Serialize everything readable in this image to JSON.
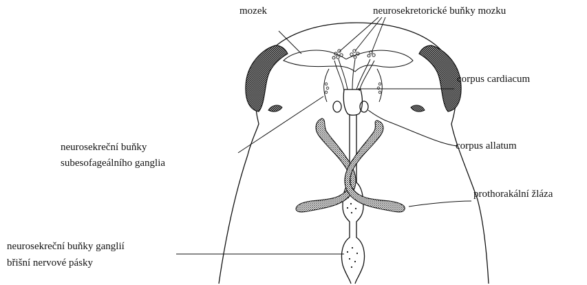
{
  "labels": {
    "brain": "mozek",
    "brain_neurosecretory_cells": "neurosekretorické buňky mozku",
    "corpus_cardiacum": "corpus cardiacum",
    "corpus_allatum": "corpus allatum",
    "subesophageal_line1": "neurosekreční buňky",
    "subesophageal_line2": "subesofageálního ganglia",
    "prothoracic_gland": "prothorakální žláza",
    "ventral_line1": "neurosekreční buňky ganglií",
    "ventral_line2": "břišní nervové pásky"
  },
  "colors": {
    "ink": "#111111",
    "paper": "#ffffff"
  }
}
